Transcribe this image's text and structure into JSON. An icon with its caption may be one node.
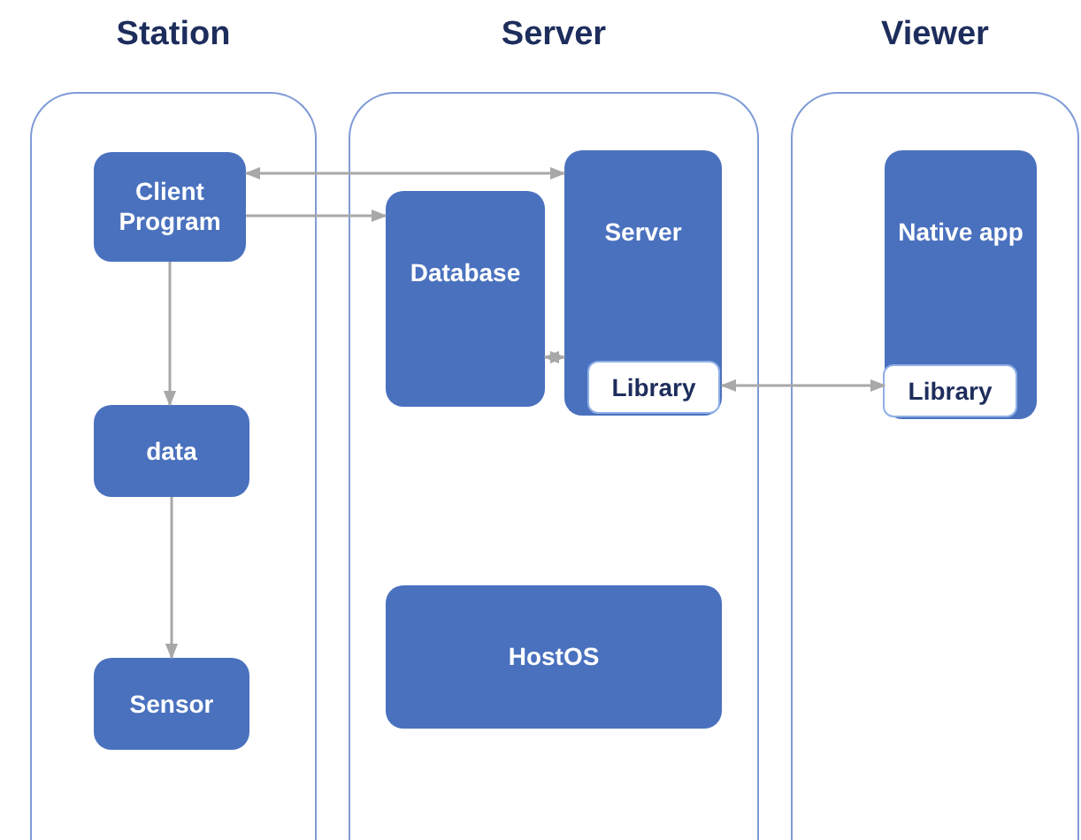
{
  "diagram": {
    "nodes": [
      {
        "text": [
          "Station"
        ]
      },
      {
        "text": [
          "Client Program"
        ],
        "in": 0
      },
      {
        "text": [
          "data"
        ],
        "in": 0
      },
      {
        "text": [
          "Sensor"
        ],
        "in": 0
      },
      {
        "text": [
          "Server"
        ]
      },
      {
        "text": [
          "Database"
        ],
        "in": 4
      },
      {
        "text": [
          "Server"
        ],
        "in": 4
      },
      {
        "text": [
          "Library"
        ],
        "in": 6
      },
      {
        "text": [
          "HostOS"
        ],
        "in": 4
      },
      {
        "text": [
          "Viewer"
        ]
      },
      {
        "text": [
          "Native app"
        ],
        "in": 9
      },
      {
        "text": [
          "Library"
        ],
        "in": 10
      }
    ],
    "edges": [
      {
        "from": 1,
        "to": 6,
        "arrow": "both"
      },
      {
        "from": 1,
        "to": 5,
        "arrow": "to"
      },
      {
        "from": 5,
        "to": 6,
        "arrow": "both"
      },
      {
        "from": 1,
        "to": 2,
        "arrow": "to"
      },
      {
        "from": 2,
        "to": 3,
        "arrow": "to"
      },
      {
        "from": 7,
        "to": 11,
        "arrow": "both"
      }
    ]
  }
}
